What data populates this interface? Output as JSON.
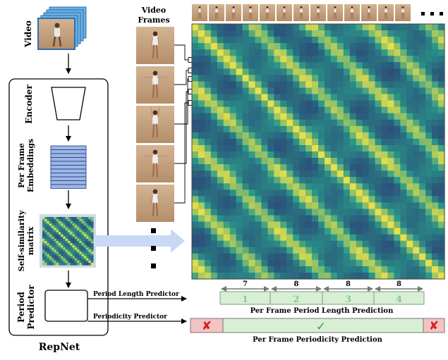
{
  "labels": {
    "video": "Video",
    "video_frames_line1": "Video",
    "video_frames_line2": "Frames",
    "encoder": "Encoder",
    "per_frame_embeddings_line1": "Per Frame",
    "per_frame_embeddings_line2": "Embeddings",
    "ssm_line1": "Self-similarity",
    "ssm_line2": "matrix",
    "period_predictor_line1": "Period",
    "period_predictor_line2": "Predictor",
    "repnet": "RepNet",
    "period_length_predictor": "Period Length Predictor",
    "periodicity_predictor": "Periodicity Predictor",
    "per_frame_period_length_prediction": "Per Frame Period Length Prediction",
    "per_frame_periodicity_prediction": "Per Frame Periodicity Prediction"
  },
  "period_segments": [
    {
      "index": "1",
      "length": "7"
    },
    {
      "index": "2",
      "length": "8"
    },
    {
      "index": "3",
      "length": "8"
    },
    {
      "index": "4",
      "length": "8"
    }
  ],
  "periodicity": {
    "start": "not-periodic",
    "middle": "periodic",
    "end": "not-periodic",
    "cross_symbol": "✘",
    "check_symbol": "✓"
  },
  "colors": {
    "ssm_low": "#2b1a6e",
    "ssm_mid": "#2a9a8a",
    "ssm_high": "#e8e04a",
    "segment_fill": "#d8efd6",
    "segment_text": "#8cc888",
    "cross_bg": "#f2c4c4",
    "cross": "#d42020",
    "check": "#2fa83a",
    "arrow_big": "#c9d8f4"
  },
  "icons": {
    "dots": "ellipsis-icon",
    "cross": "cross-icon",
    "check": "check-icon"
  }
}
